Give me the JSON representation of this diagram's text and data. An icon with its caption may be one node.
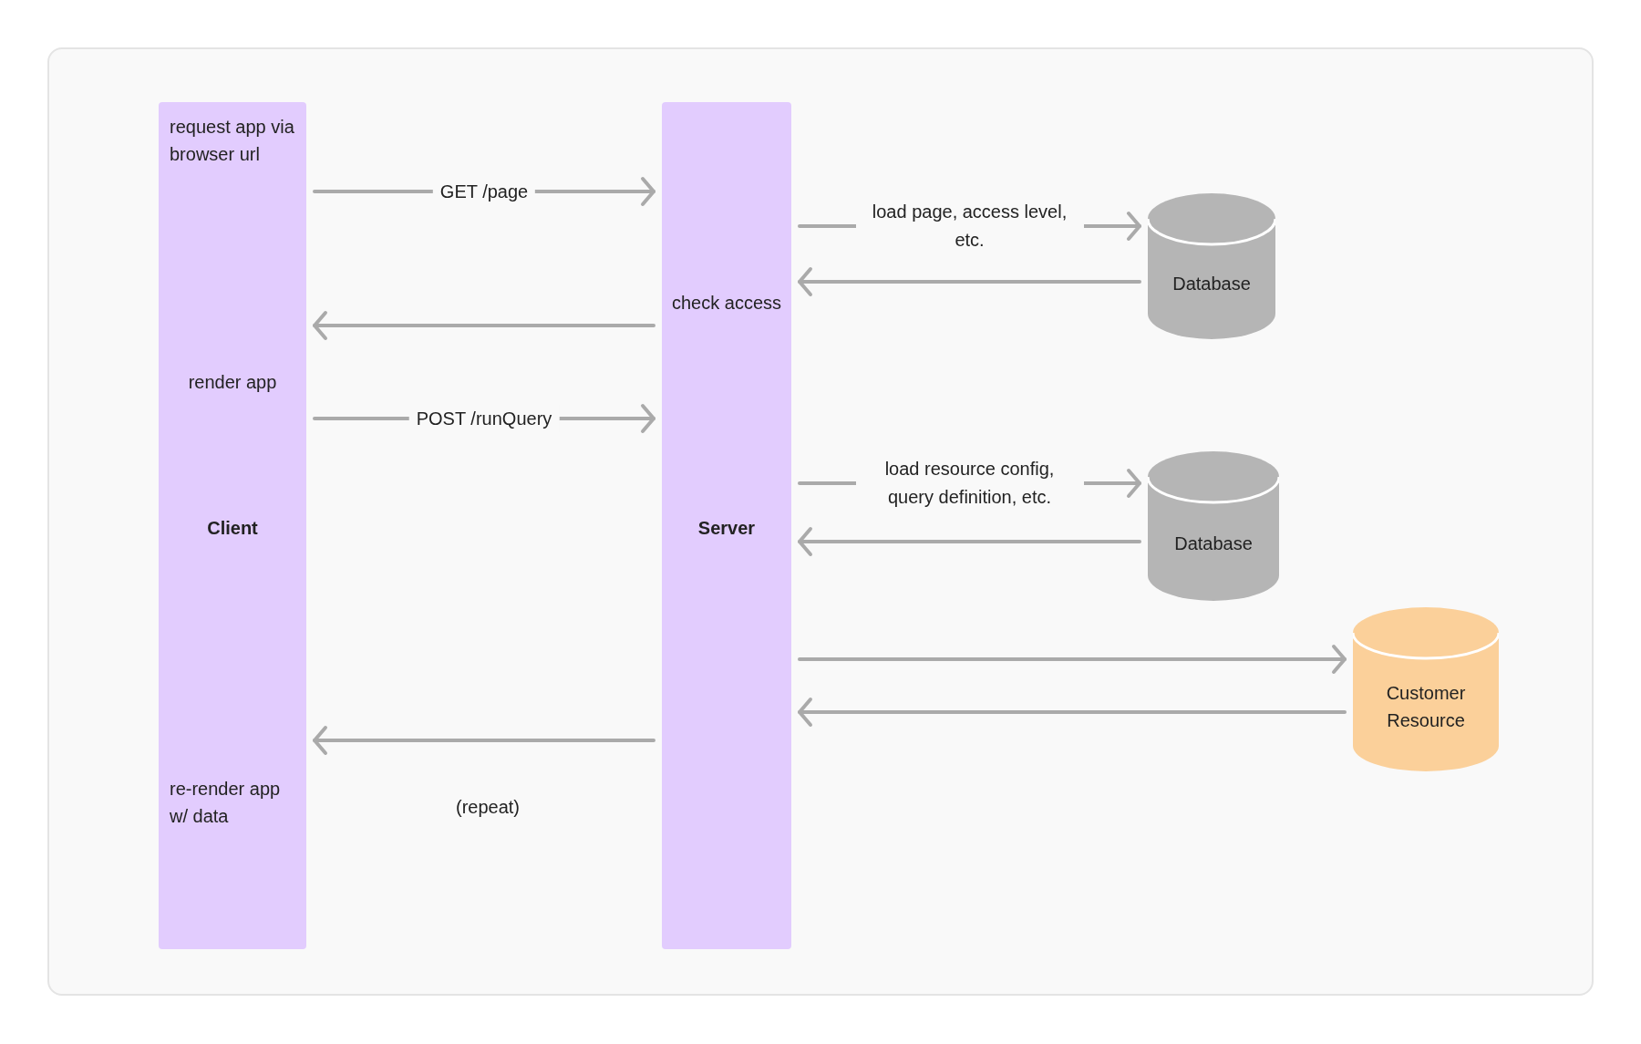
{
  "diagram": {
    "nodes": [
      {
        "text": [
          "request app via browser url",
          "render app",
          "Client",
          "re-render app w/ data"
        ]
      },
      {
        "text": [
          "check access",
          "Server"
        ]
      },
      {
        "text": [
          "Database"
        ]
      },
      {
        "text": [
          "Database"
        ]
      },
      {
        "text": [
          "Customer Resource"
        ]
      }
    ],
    "edges": [
      {
        "from": 0,
        "to": 1,
        "arrow": "to",
        "label": "GET /page"
      },
      {
        "from": 1,
        "to": 2,
        "arrow": "to",
        "label": "load page, access level, etc."
      },
      {
        "from": 2,
        "to": 1,
        "arrow": "to"
      },
      {
        "from": 1,
        "to": 0,
        "arrow": "to"
      },
      {
        "from": 0,
        "to": 1,
        "arrow": "to",
        "label": "POST /runQuery"
      },
      {
        "from": 1,
        "to": 3,
        "arrow": "to",
        "label": "load resource config, query definition, etc."
      },
      {
        "from": 3,
        "to": 1,
        "arrow": "to"
      },
      {
        "from": 1,
        "to": 4,
        "arrow": "to"
      },
      {
        "from": 4,
        "to": 1,
        "arrow": "to"
      },
      {
        "from": 1,
        "to": 0,
        "arrow": "to"
      }
    ],
    "labels": [
      "(repeat)"
    ]
  }
}
